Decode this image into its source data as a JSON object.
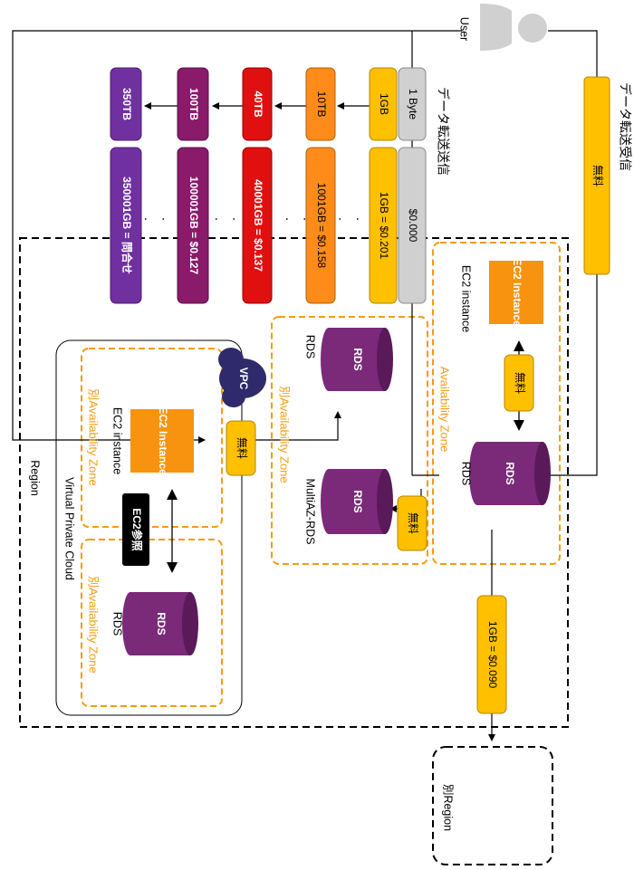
{
  "user": {
    "label": "User"
  },
  "inbound": {
    "title": "データ転送受信",
    "price": "無料"
  },
  "outbound": {
    "title": "データ転送送信",
    "tiers": [
      {
        "size": "1 Byte",
        "price": "$0.000"
      },
      {
        "size": "1GB",
        "price": "1GB = $0.201"
      },
      {
        "size": "10TB",
        "price": "1001GB = $0.158"
      },
      {
        "size": "40TB",
        "price": "40001GB = $0.137"
      },
      {
        "size": "100TB",
        "price": "100001GB = $0.127"
      },
      {
        "size": "350TB",
        "price": "350001GB = 問合せ"
      }
    ]
  },
  "region": {
    "label": "Region"
  },
  "other_region": {
    "label": "別Region",
    "transfer_price": "1GB = $0.090"
  },
  "az_main": {
    "label": "Availability Zone",
    "ec2_label": "EC2 instance",
    "ec2_box": "EC2 Instance",
    "rds_label": "RDS",
    "db_text": "RDS",
    "link_price": "無料"
  },
  "multi_az": {
    "label": "別Availability Zone",
    "rds_left_label": "RDS",
    "rds_right_label": "MultiAZ-RDS",
    "db_text": "RDS",
    "sync_price": "無料"
  },
  "vpc": {
    "badge": "VPC",
    "label": "Virtual Private Cloud",
    "link_price": "無料",
    "az_left": {
      "label": "別Availability Zone",
      "ec2_label": "EC2 instance",
      "ec2_box": "EC2 Instance"
    },
    "az_right": {
      "label": "別Availability Zone",
      "rds_label": "RDS",
      "db_text": "RDS"
    },
    "ref_label": "EC2参照"
  },
  "colors": {
    "yellow": "#ffc000",
    "gray": "#d0d0d0",
    "orange": "#ff8c1a",
    "red": "#e01010",
    "plum": "#8a1a6a",
    "purple": "#7030a0",
    "db": "#7a2a78",
    "ec2": "#f7930f",
    "az": "#f39c12"
  }
}
